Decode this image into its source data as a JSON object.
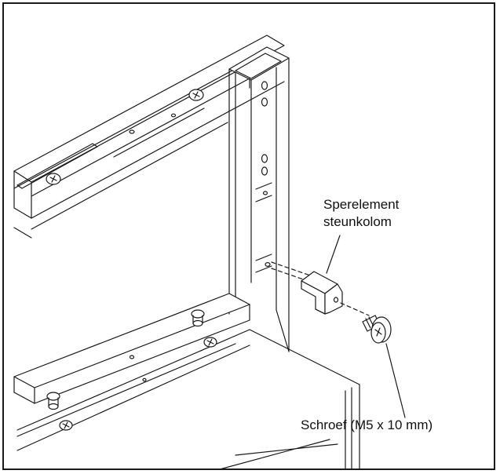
{
  "callouts": {
    "lock_element": {
      "line1": "Sperelement",
      "line2": "steunkolom"
    },
    "screw": {
      "text": "Schroef (M5 x 10 mm)"
    }
  },
  "colors": {
    "line": "#1a1a1a",
    "background": "#ffffff"
  }
}
